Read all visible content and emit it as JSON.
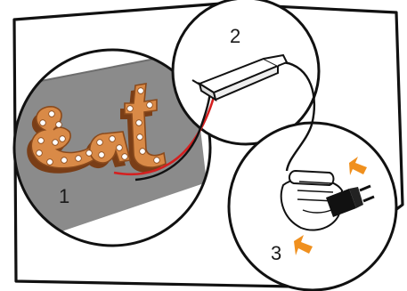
{
  "steps": [
    {
      "label": "1"
    },
    {
      "label": "2"
    },
    {
      "label": "3"
    }
  ],
  "icons": {
    "sign": "marquee-sign-icon",
    "driver": "led-driver-icon",
    "hand": "hand-unplugging-icon",
    "plug": "power-plug-icon",
    "arrow": "direction-arrow-icon"
  },
  "colors": {
    "frame_fill": "#ffffff",
    "wall": "#8a8a8a",
    "sign_orange": "#d9803b",
    "sign_dark": "#7a3e17",
    "wire_red": "#d42020",
    "wire_black": "#111111",
    "arrow_orange": "#f0901e"
  }
}
